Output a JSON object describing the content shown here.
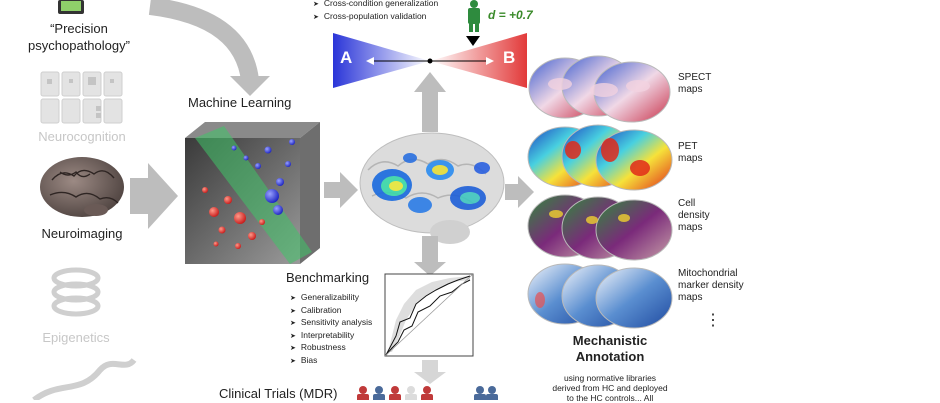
{
  "left": {
    "precision_line1": "“Precision",
    "precision_line2": "psychopathology”",
    "neurocognition": "Neurocognition",
    "neuroimaging": "Neuroimaging",
    "epigenetics": "Epigenetics"
  },
  "ml": {
    "title": "Machine Learning"
  },
  "top": {
    "bullets": [
      "Cross-condition generalization",
      "Cross-population validation"
    ],
    "label_a": "A",
    "label_b": "B",
    "effect": "d = +0.7"
  },
  "benchmarking": {
    "title": "Benchmarking",
    "items": [
      "Generalizability",
      "Calibration",
      "Sensitivity analysis",
      "Interpretability",
      "Robustness",
      "Bias"
    ]
  },
  "clinical": {
    "title": "Clinical Trials (MDR)"
  },
  "maps": {
    "spect": {
      "line1": "SPECT",
      "line2": "maps"
    },
    "pet": {
      "line1": "PET",
      "line2": "maps"
    },
    "cell": {
      "line1": "Cell",
      "line2": "density",
      "line3": "maps"
    },
    "mito": {
      "line1": "Mitochondrial",
      "line2": "marker density",
      "line3": "maps"
    },
    "ellipsis": "⋮"
  },
  "mechanistic": {
    "line1": "Mechanistic",
    "line2": "Annotation",
    "sub1": "using normative libraries",
    "sub2": "derived from HC and deployed",
    "sub3": "to the HC controls... All"
  },
  "colors": {
    "arrow_grey": "#bdbdbd",
    "blue": "#2a35d8",
    "red": "#e23a3a",
    "green": "#2e8b3e",
    "effect_green": "#3a8a2a"
  }
}
